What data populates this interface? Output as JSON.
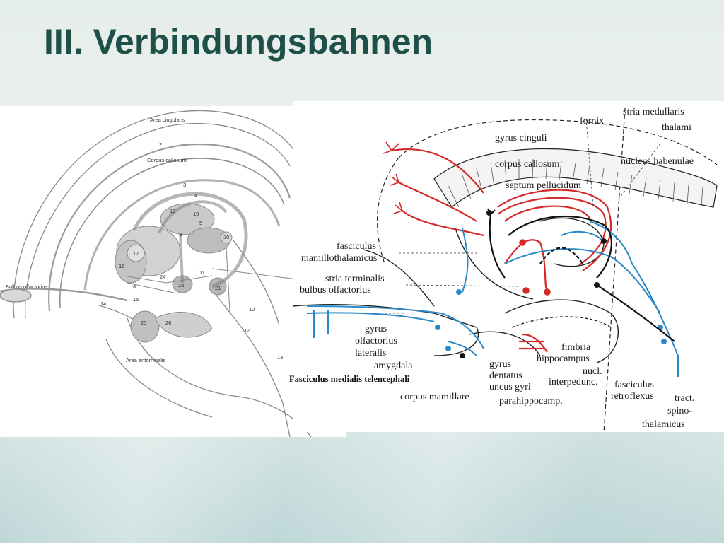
{
  "slide": {
    "title": "III. Verbindungsbahnen"
  },
  "left_figure": {
    "labels": {
      "area_cingularis": "Area cingularis",
      "corpus_callosum": "Corpus callosum",
      "bulbus_olfactorius": "Bulbus olfactorius",
      "area_entorhinalis": "Area entorhinalis"
    },
    "numbers": [
      "1",
      "2",
      "3",
      "4",
      "5",
      "8",
      "9",
      "10",
      "11",
      "12",
      "13",
      "14",
      "15",
      "16",
      "17",
      "18",
      "19",
      "20",
      "21",
      "23",
      "24",
      "25",
      "26"
    ]
  },
  "right_figure": {
    "labels": {
      "fornix": "fornix",
      "stria_medullaris_1": "stria medullaris",
      "stria_medullaris_2": "thalami",
      "gyrus_cinguli": "gyrus cinguli",
      "nucleus_habenulae": "nucleus habenulae",
      "corpus_callosum": "corpus callosum",
      "septum_pellucidum": "septum pellucidum",
      "fasciculus_mt_1": "fasciculus",
      "fasciculus_mt_2": "mamillothalamicus",
      "stria_terminalis": "stria terminalis",
      "bulbus_olfactorius": "bulbus olfactorius",
      "gyrus_olf_1": "gyrus",
      "gyrus_olf_2": "olfactorius",
      "gyrus_olf_3": "lateralis",
      "amygdala": "amygdala",
      "fimbria_1": "fimbria",
      "fimbria_2": "hippocampus",
      "nucl_1": "nucl.",
      "nucl_2": "interpedunc.",
      "gyrus_dentatus_1": "gyrus",
      "gyrus_dentatus_2": "dentatus",
      "uncus_gyri": "uncus gyri",
      "parahippocamp": "parahippocamp.",
      "fasciculus_rf_1": "fasciculus",
      "fasciculus_rf_2": "retroflexus",
      "corpus_mamillare": "corpus mamillare",
      "tract_1": "tract.",
      "tract_2": "spino-",
      "tract_3": "thalamicus"
    },
    "caption": "Fasciculus medialis telencephali"
  },
  "colors": {
    "title": "#1f4f49",
    "red_pathway": "#d42a2a",
    "blue_pathway": "#2a8ac8",
    "black_pathway": "#111111"
  }
}
